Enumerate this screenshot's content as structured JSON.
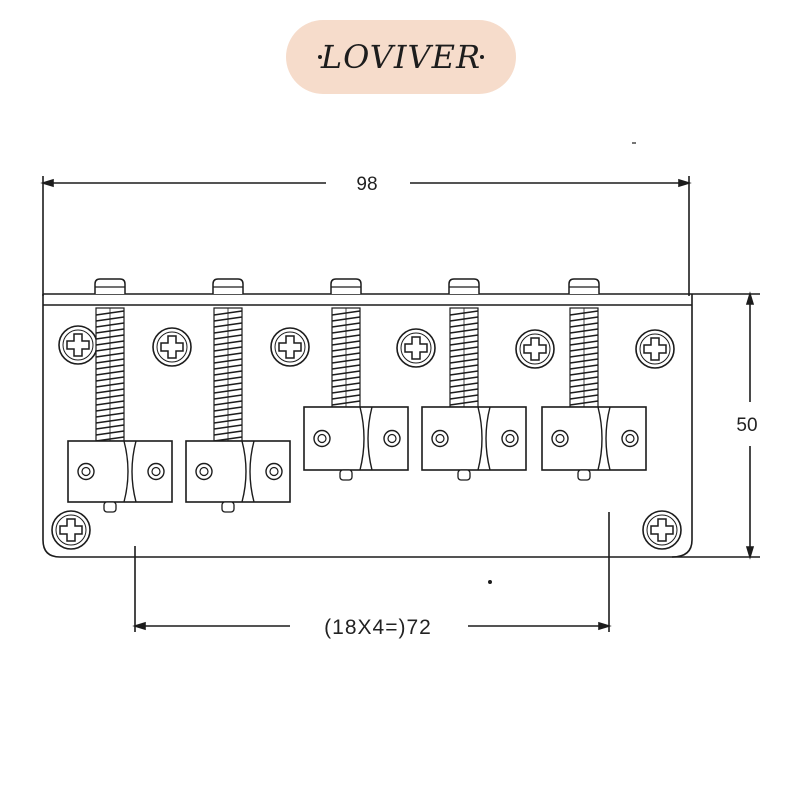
{
  "brand": {
    "logo_text": "LOVIVER",
    "pill_color": "#f6dccb"
  },
  "dimensions": {
    "width": "98",
    "height": "50",
    "saddle_spacing": "(18X4=)72"
  },
  "saddles": 5,
  "mounting_screws": 8,
  "colors": {
    "line": "#1c1c1c",
    "background": "#ffffff"
  }
}
